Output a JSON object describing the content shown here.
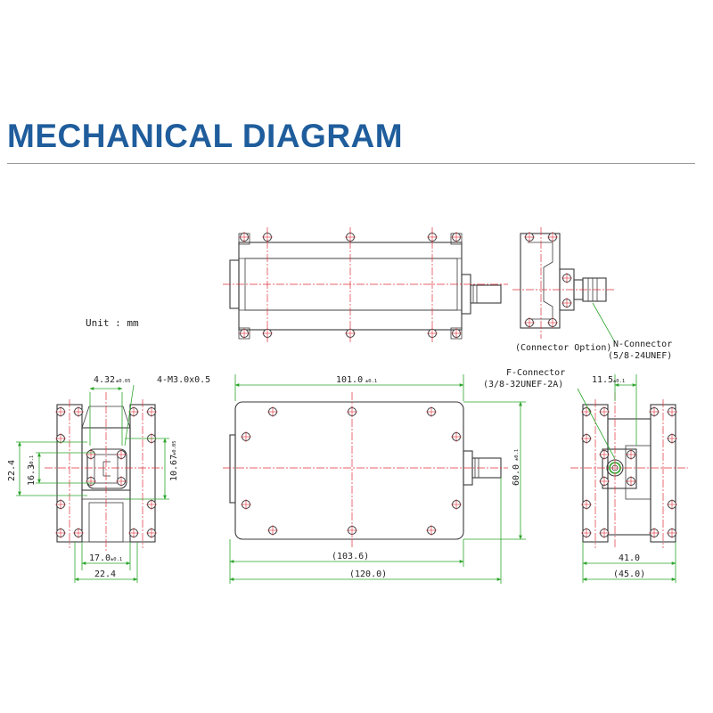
{
  "header": {
    "title": "MECHANICAL DIAGRAM"
  },
  "unit_label": "Unit : mm",
  "callouts": {
    "connector_option": "(Connector Option)",
    "n_connector": "N-Connector",
    "n_connector_thread": "(5/8-24UNEF)",
    "f_connector": "F-Connector",
    "f_connector_thread": "(3/8-32UNEF-2A)",
    "mount_holes": "4-M3.0x0.5"
  },
  "dimensions": {
    "flange_hole_spacing": {
      "value": "4.32",
      "tol": "±0.05"
    },
    "opening_height": {
      "value": "10.67",
      "tol": "±0.05"
    },
    "opening_inner": {
      "value": "16.3",
      "tol": "±0.1"
    },
    "overall_height_left": {
      "value": "22.4"
    },
    "flange_width_inner": {
      "value": "17.0",
      "tol": "±0.1"
    },
    "flange_width_outer": {
      "value": "22.4"
    },
    "body_length": {
      "value": "101.0",
      "tol": "±0.1"
    },
    "body_height": {
      "value": "60.0",
      "tol": "±0.1"
    },
    "length_with_boss": {
      "value": "(103.6)"
    },
    "overall_length": {
      "value": "(120.0)"
    },
    "connector_offset": {
      "value": "11.5",
      "tol": "±0.1"
    },
    "side_width": {
      "value": "41.0"
    },
    "side_overall_width": {
      "value": "(45.0)"
    }
  },
  "colors": {
    "title": "#1f5d9c",
    "outline": "#3a3a3a",
    "centerline": "#e0303a",
    "dimension": "#2aa52a"
  }
}
